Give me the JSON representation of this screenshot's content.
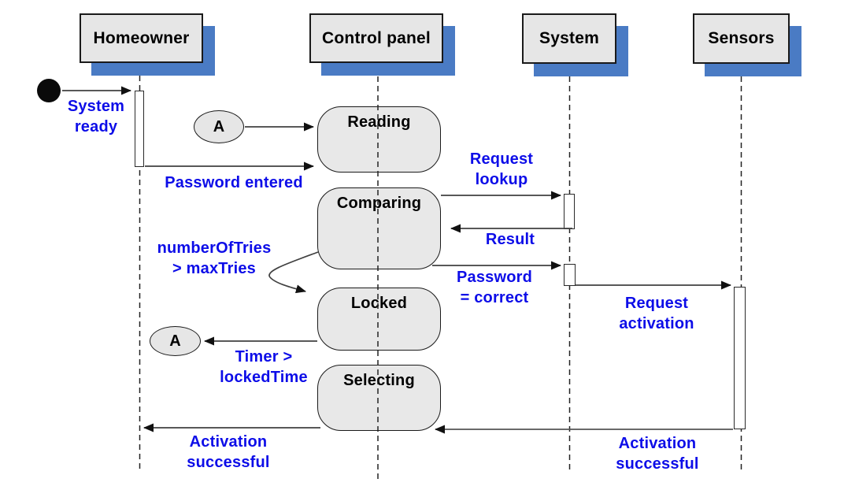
{
  "diagram": {
    "type": "uml-sequence-state-diagram",
    "colors": {
      "message_text": "#0D0DE8",
      "header_shadow": "#4A7BC4",
      "header_fill": "#E6E6E6",
      "state_fill": "#E8E8E8",
      "border": "#1a1a1a"
    },
    "lifelines": [
      {
        "id": "homeowner",
        "label": "Homeowner"
      },
      {
        "id": "control-panel",
        "label": "Control panel"
      },
      {
        "id": "system",
        "label": "System"
      },
      {
        "id": "sensors",
        "label": "Sensors"
      }
    ],
    "states": [
      {
        "id": "reading",
        "label": "Reading"
      },
      {
        "id": "comparing",
        "label": "Comparing"
      },
      {
        "id": "locked",
        "label": "Locked"
      },
      {
        "id": "selecting",
        "label": "Selecting"
      }
    ],
    "connectors": [
      {
        "id": "connector-a-top",
        "label": "A"
      },
      {
        "id": "connector-a-bottom",
        "label": "A"
      }
    ],
    "messages": [
      {
        "id": "system-ready",
        "label": "System\nready"
      },
      {
        "id": "password-entered",
        "label": "Password entered"
      },
      {
        "id": "request-lookup",
        "label": "Request\nlookup"
      },
      {
        "id": "result",
        "label": "Result"
      },
      {
        "id": "number-of-tries",
        "label": "numberOfTries\n> maxTries"
      },
      {
        "id": "password-correct",
        "label": "Password\n= correct"
      },
      {
        "id": "request-activation",
        "label": "Request\nactivation"
      },
      {
        "id": "timer-locked-time",
        "label": "Timer >\nlockedTime"
      },
      {
        "id": "activation-successful-left",
        "label": "Activation\nsuccessful"
      },
      {
        "id": "activation-successful-right",
        "label": "Activation\nsuccessful"
      }
    ]
  }
}
